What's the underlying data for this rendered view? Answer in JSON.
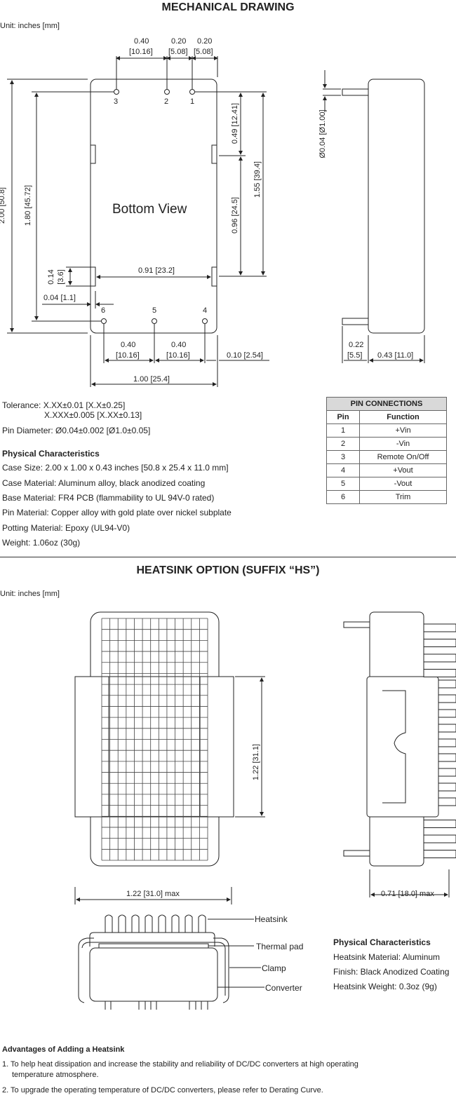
{
  "mechanical": {
    "title": "MECHANICAL DRAWING",
    "unit": "Unit: inches [mm]",
    "bottom_view": "Bottom View",
    "pins_top": [
      "3",
      "2",
      "1"
    ],
    "pins_bottom": [
      "6",
      "5",
      "4"
    ],
    "dims": {
      "top_a": "0.40",
      "top_a_mm": "[10.16]",
      "top_b": "0.20",
      "top_b_mm": "[5.08]",
      "top_c": "0.20",
      "top_c_mm": "[5.08]",
      "left_outer": "2.00 [50.8]",
      "left_inner": "1.80 [45.72]",
      "right_a": "0.49 [12.41]",
      "right_b": "0.96 [24.5]",
      "right_c": "1.55 [39.4]",
      "tab_h": "0.14",
      "tab_h_mm": "[3.6]",
      "tab_w": "0.04 [1.1]",
      "mid": "0.91 [23.2]",
      "bot_a": "0.40",
      "bot_a_mm": "[10.16]",
      "bot_b": "0.40",
      "bot_b_mm": "[10.16]",
      "bot_c": "0.10 [2.54]",
      "width": "1.00 [25.4]",
      "pin_dia": "Ø0.04 [Ø1.00]",
      "side_a": "0.22",
      "side_a_mm": "[5.5]",
      "side_b": "0.43 [11.0]"
    },
    "tolerance_1": "Tolerance: X.XX±0.01 [X.X±0.25]",
    "tolerance_2": "X.XXX±0.005 [X.XX±0.13]",
    "pin_diameter": "Pin Diameter: Ø0.04±0.002 [Ø1.0±0.05]",
    "phys_title": "Physical Characteristics",
    "phys": [
      "Case Size: 2.00 x 1.00 x 0.43 inches [50.8 x 25.4 x 11.0 mm]",
      "Case Material: Aluminum alloy, black anodized coating",
      "Base Material: FR4 PCB (flammability to UL 94V-0 rated)",
      "Pin Material: Copper alloy with gold plate over nickel subplate",
      "Potting Material: Epoxy (UL94-V0)",
      "Weight: 1.06oz (30g)"
    ]
  },
  "pin_table": {
    "title": "PIN CONNECTIONS",
    "headers": [
      "Pin",
      "Function"
    ],
    "rows": [
      [
        "1",
        "+Vin"
      ],
      [
        "2",
        "-Vin"
      ],
      [
        "3",
        "Remote On/Off"
      ],
      [
        "4",
        "+Vout"
      ],
      [
        "5",
        "-Vout"
      ],
      [
        "6",
        "Trim"
      ]
    ]
  },
  "heatsink": {
    "title": "HEATSINK OPTION (SUFFIX “HS”)",
    "unit": "Unit: inches [mm]",
    "dim_height": "1.22 [31.1]",
    "dim_width": "1.22 [31.0] max",
    "dim_side": "0.71 [18.0] max",
    "labels": [
      "Heatsink",
      "Thermal pad",
      "Clamp",
      "Converter"
    ],
    "phys_title": "Physical Characteristics",
    "phys": [
      "Heatsink Material: Aluminum",
      "Finish: Black Anodized Coating",
      "Heatsink Weight: 0.3oz (9g)"
    ]
  },
  "advantages": {
    "title": "Advantages of Adding a Heatsink",
    "item1_line1": "1. To help heat dissipation and increase the stability and reliability of DC/DC converters at high operating",
    "item1_line2": "temperature atmosphere.",
    "item2": "2. To upgrade the operating temperature of DC/DC converters, please refer to Derating Curve."
  }
}
